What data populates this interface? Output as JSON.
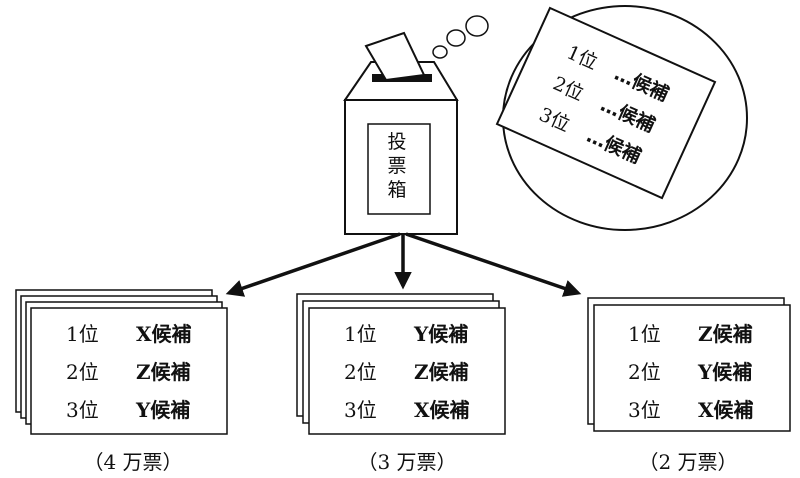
{
  "ballot_box": {
    "label": [
      "投",
      "票",
      "箱"
    ]
  },
  "thought": {
    "rows": [
      {
        "rank": "1位",
        "cand": "…候補"
      },
      {
        "rank": "2位",
        "cand": "…候補"
      },
      {
        "rank": "3位",
        "cand": "…候補"
      }
    ]
  },
  "groups": [
    {
      "rows": [
        {
          "rank": "1位",
          "letter": "X",
          "cand": "候補"
        },
        {
          "rank": "2位",
          "letter": "Z",
          "cand": "候補"
        },
        {
          "rank": "3位",
          "letter": "Y",
          "cand": "候補"
        }
      ],
      "count": "（4 万票）"
    },
    {
      "rows": [
        {
          "rank": "1位",
          "letter": "Y",
          "cand": "候補"
        },
        {
          "rank": "2位",
          "letter": "Z",
          "cand": "候補"
        },
        {
          "rank": "3位",
          "letter": "X",
          "cand": "候補"
        }
      ],
      "count": "（3 万票）"
    },
    {
      "rows": [
        {
          "rank": "1位",
          "letter": "Z",
          "cand": "候補"
        },
        {
          "rank": "2位",
          "letter": "Y",
          "cand": "候補"
        },
        {
          "rank": "3位",
          "letter": "X",
          "cand": "候補"
        }
      ],
      "count": "（2 万票）"
    }
  ]
}
